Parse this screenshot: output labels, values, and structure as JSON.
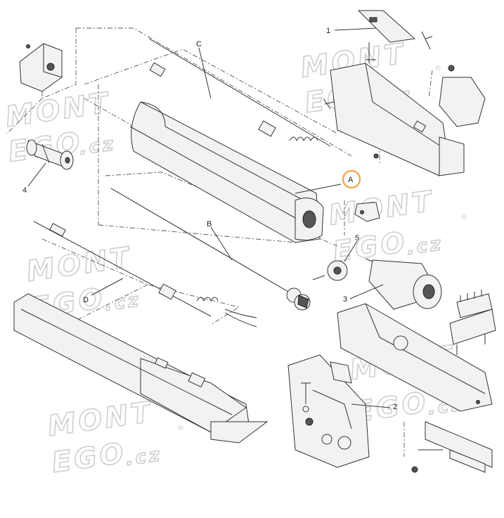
{
  "labels": {
    "A": "A",
    "B": "B",
    "C": "C",
    "D": "D",
    "n1": "1",
    "n2": "2",
    "n3": "3",
    "n4": "4",
    "n5": "5"
  },
  "watermark": {
    "line1": "MONT",
    "line2": "EGO",
    "suffix": ".cz",
    "registered": "®"
  },
  "colors": {
    "highlight": "#F39C34",
    "watermark": "#CFCFCF",
    "line": "#333333"
  }
}
